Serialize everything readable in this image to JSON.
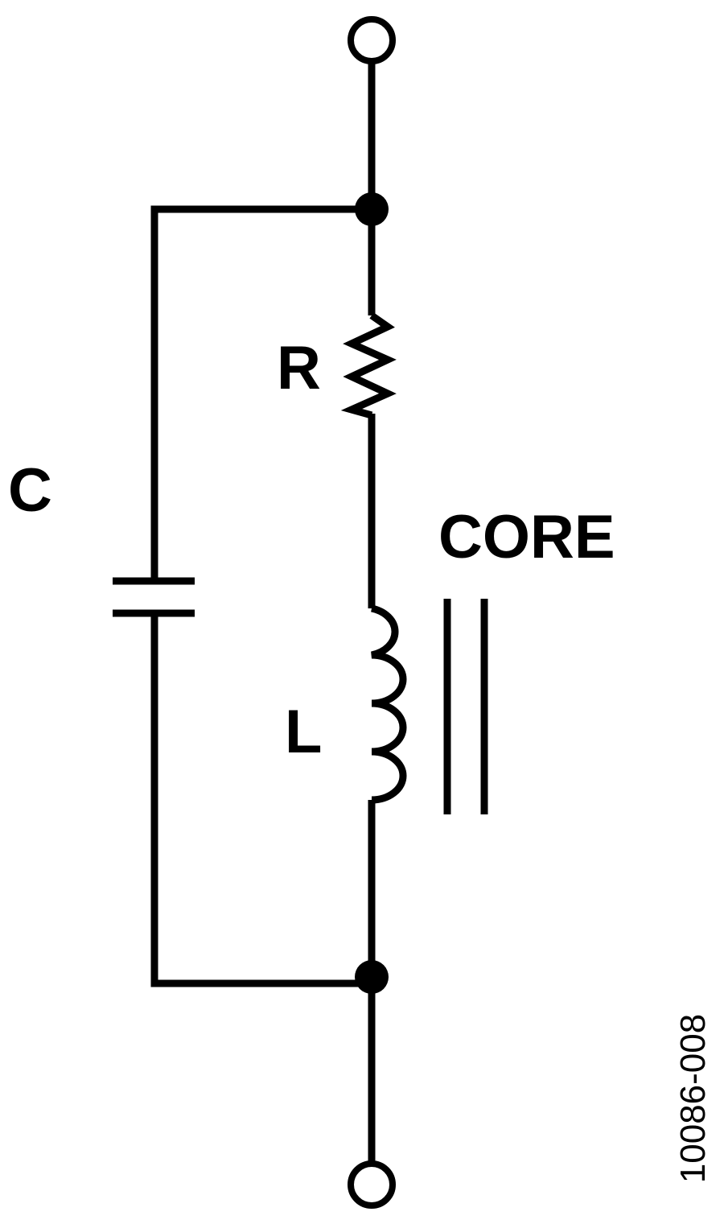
{
  "diagram": {
    "type": "circuit-schematic",
    "components": {
      "resistor": {
        "label": "R"
      },
      "capacitor": {
        "label": "C"
      },
      "inductor": {
        "label": "L"
      },
      "core": {
        "label": "CORE"
      }
    },
    "figure_id": "10086-008",
    "colors": {
      "stroke": "#000000",
      "text": "#000000",
      "background": "#ffffff"
    }
  }
}
